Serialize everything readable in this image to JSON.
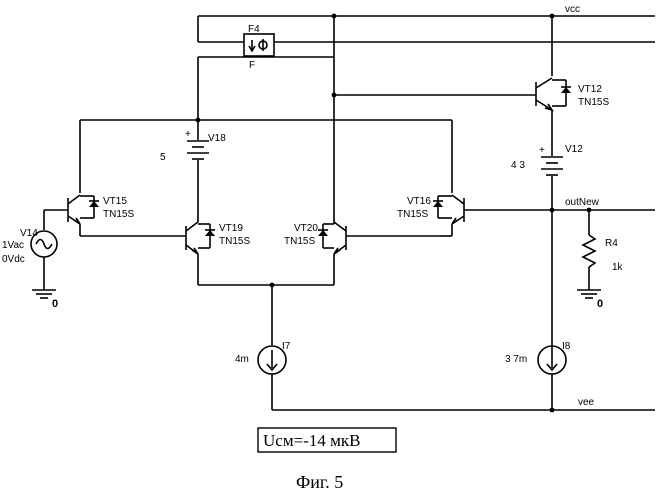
{
  "nets": {
    "vcc": "vcc",
    "vee": "vee",
    "out": "outNew"
  },
  "fuse": {
    "ref": "F4",
    "pin": "F"
  },
  "transistors": [
    {
      "ref": "VT12",
      "model": "TN15S"
    },
    {
      "ref": "VT15",
      "model": "TN15S"
    },
    {
      "ref": "VT16",
      "model": "TN15S"
    },
    {
      "ref": "VT19",
      "model": "TN15S"
    },
    {
      "ref": "VT20",
      "model": "TN15S"
    }
  ],
  "sources": {
    "v18": {
      "ref": "V18",
      "value": "5"
    },
    "v12": {
      "ref": "V12",
      "value": "4 3"
    },
    "v14": {
      "ref": "V14",
      "ac": "1Vac",
      "dc": "0Vdc"
    },
    "i7": {
      "ref": "I7",
      "value": "4m"
    },
    "i8": {
      "ref": "I8",
      "value": "3 7m"
    }
  },
  "resistor": {
    "ref": "R4",
    "value": "1k"
  },
  "grounds": [
    "0",
    "0"
  ],
  "caption": "Uсм=-14 мкВ",
  "figure_label": "Фиг. 5"
}
